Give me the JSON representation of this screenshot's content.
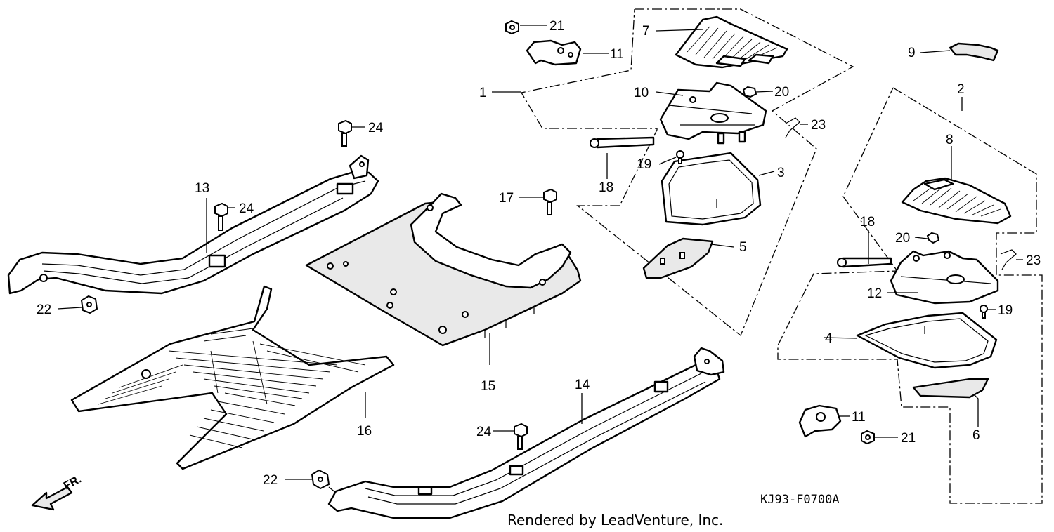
{
  "diagram": {
    "callouts": [
      {
        "id": "c1",
        "text": "1"
      },
      {
        "id": "c2",
        "text": "2"
      },
      {
        "id": "c3",
        "text": "3"
      },
      {
        "id": "c4",
        "text": "4"
      },
      {
        "id": "c5",
        "text": "5"
      },
      {
        "id": "c6",
        "text": "6"
      },
      {
        "id": "c7",
        "text": "7"
      },
      {
        "id": "c8",
        "text": "8"
      },
      {
        "id": "c9",
        "text": "9"
      },
      {
        "id": "c10",
        "text": "10"
      },
      {
        "id": "c11a",
        "text": "11"
      },
      {
        "id": "c11b",
        "text": "11"
      },
      {
        "id": "c12",
        "text": "12"
      },
      {
        "id": "c13",
        "text": "13"
      },
      {
        "id": "c14",
        "text": "14"
      },
      {
        "id": "c15",
        "text": "15"
      },
      {
        "id": "c16",
        "text": "16"
      },
      {
        "id": "c17",
        "text": "17"
      },
      {
        "id": "c18a",
        "text": "18"
      },
      {
        "id": "c18b",
        "text": "18"
      },
      {
        "id": "c19a",
        "text": "19"
      },
      {
        "id": "c19b",
        "text": "19"
      },
      {
        "id": "c20a",
        "text": "20"
      },
      {
        "id": "c20b",
        "text": "20"
      },
      {
        "id": "c21a",
        "text": "21"
      },
      {
        "id": "c21b",
        "text": "21"
      },
      {
        "id": "c22a",
        "text": "22"
      },
      {
        "id": "c22b",
        "text": "22"
      },
      {
        "id": "c23a",
        "text": "23"
      },
      {
        "id": "c23b",
        "text": "23"
      },
      {
        "id": "c24a",
        "text": "24"
      },
      {
        "id": "c24b",
        "text": "24"
      },
      {
        "id": "c24c",
        "text": "24"
      }
    ],
    "direction_label": "FR.",
    "drawing_code": "KJ93-F0700A",
    "credit": "Rendered by LeadVenture, Inc."
  }
}
